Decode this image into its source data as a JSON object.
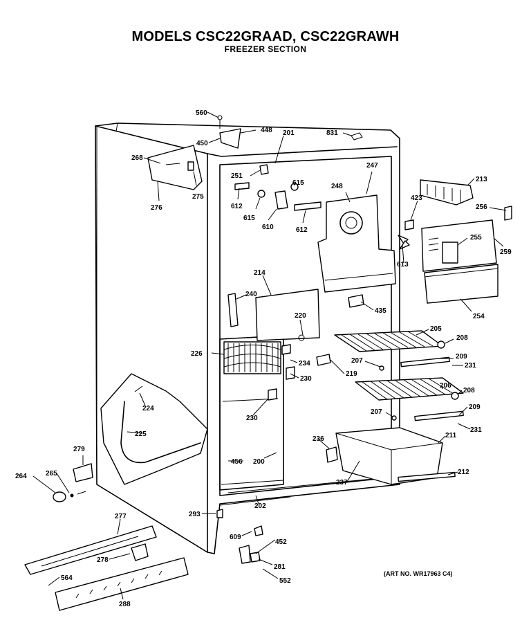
{
  "header": {
    "title": "MODELS CSC22GRAAD, CSC22GRAWH",
    "subtitle": "FREEZER SECTION"
  },
  "footer": {
    "art_no": "(ART NO. WR17963 C4)"
  },
  "callouts": [
    {
      "id": "560",
      "text": "560"
    },
    {
      "id": "448",
      "text": "448"
    },
    {
      "id": "450",
      "text": "450"
    },
    {
      "id": "201",
      "text": "201"
    },
    {
      "id": "831",
      "text": "831"
    },
    {
      "id": "268",
      "text": "268"
    },
    {
      "id": "275",
      "text": "275"
    },
    {
      "id": "276",
      "text": "276"
    },
    {
      "id": "251",
      "text": "251"
    },
    {
      "id": "615a",
      "text": "615"
    },
    {
      "id": "612a",
      "text": "612"
    },
    {
      "id": "615b",
      "text": "615"
    },
    {
      "id": "610",
      "text": "610"
    },
    {
      "id": "612b",
      "text": "612"
    },
    {
      "id": "247",
      "text": "247"
    },
    {
      "id": "248",
      "text": "248"
    },
    {
      "id": "213",
      "text": "213"
    },
    {
      "id": "423",
      "text": "423"
    },
    {
      "id": "256",
      "text": "256"
    },
    {
      "id": "255",
      "text": "255"
    },
    {
      "id": "259",
      "text": "259"
    },
    {
      "id": "613",
      "text": "613"
    },
    {
      "id": "254",
      "text": "254"
    },
    {
      "id": "214",
      "text": "214"
    },
    {
      "id": "240",
      "text": "240"
    },
    {
      "id": "220",
      "text": "220"
    },
    {
      "id": "435",
      "text": "435"
    },
    {
      "id": "205",
      "text": "205"
    },
    {
      "id": "208a",
      "text": "208"
    },
    {
      "id": "209a",
      "text": "209"
    },
    {
      "id": "231a",
      "text": "231"
    },
    {
      "id": "207a",
      "text": "207"
    },
    {
      "id": "226",
      "text": "226"
    },
    {
      "id": "234",
      "text": "234"
    },
    {
      "id": "219",
      "text": "219"
    },
    {
      "id": "230a",
      "text": "230"
    },
    {
      "id": "206",
      "text": "206"
    },
    {
      "id": "208b",
      "text": "208"
    },
    {
      "id": "209b",
      "text": "209"
    },
    {
      "id": "207b",
      "text": "207"
    },
    {
      "id": "231b",
      "text": "231"
    },
    {
      "id": "224",
      "text": "224"
    },
    {
      "id": "230b",
      "text": "230"
    },
    {
      "id": "225",
      "text": "225"
    },
    {
      "id": "236",
      "text": "236"
    },
    {
      "id": "211",
      "text": "211"
    },
    {
      "id": "279",
      "text": "279"
    },
    {
      "id": "456",
      "text": "456"
    },
    {
      "id": "200",
      "text": "200"
    },
    {
      "id": "212",
      "text": "212"
    },
    {
      "id": "264",
      "text": "264"
    },
    {
      "id": "265",
      "text": "265"
    },
    {
      "id": "237",
      "text": "237"
    },
    {
      "id": "202",
      "text": "202"
    },
    {
      "id": "293",
      "text": "293"
    },
    {
      "id": "277",
      "text": "277"
    },
    {
      "id": "609",
      "text": "609"
    },
    {
      "id": "452",
      "text": "452"
    },
    {
      "id": "278",
      "text": "278"
    },
    {
      "id": "281",
      "text": "281"
    },
    {
      "id": "564",
      "text": "564"
    },
    {
      "id": "552",
      "text": "552"
    },
    {
      "id": "288",
      "text": "288"
    }
  ]
}
